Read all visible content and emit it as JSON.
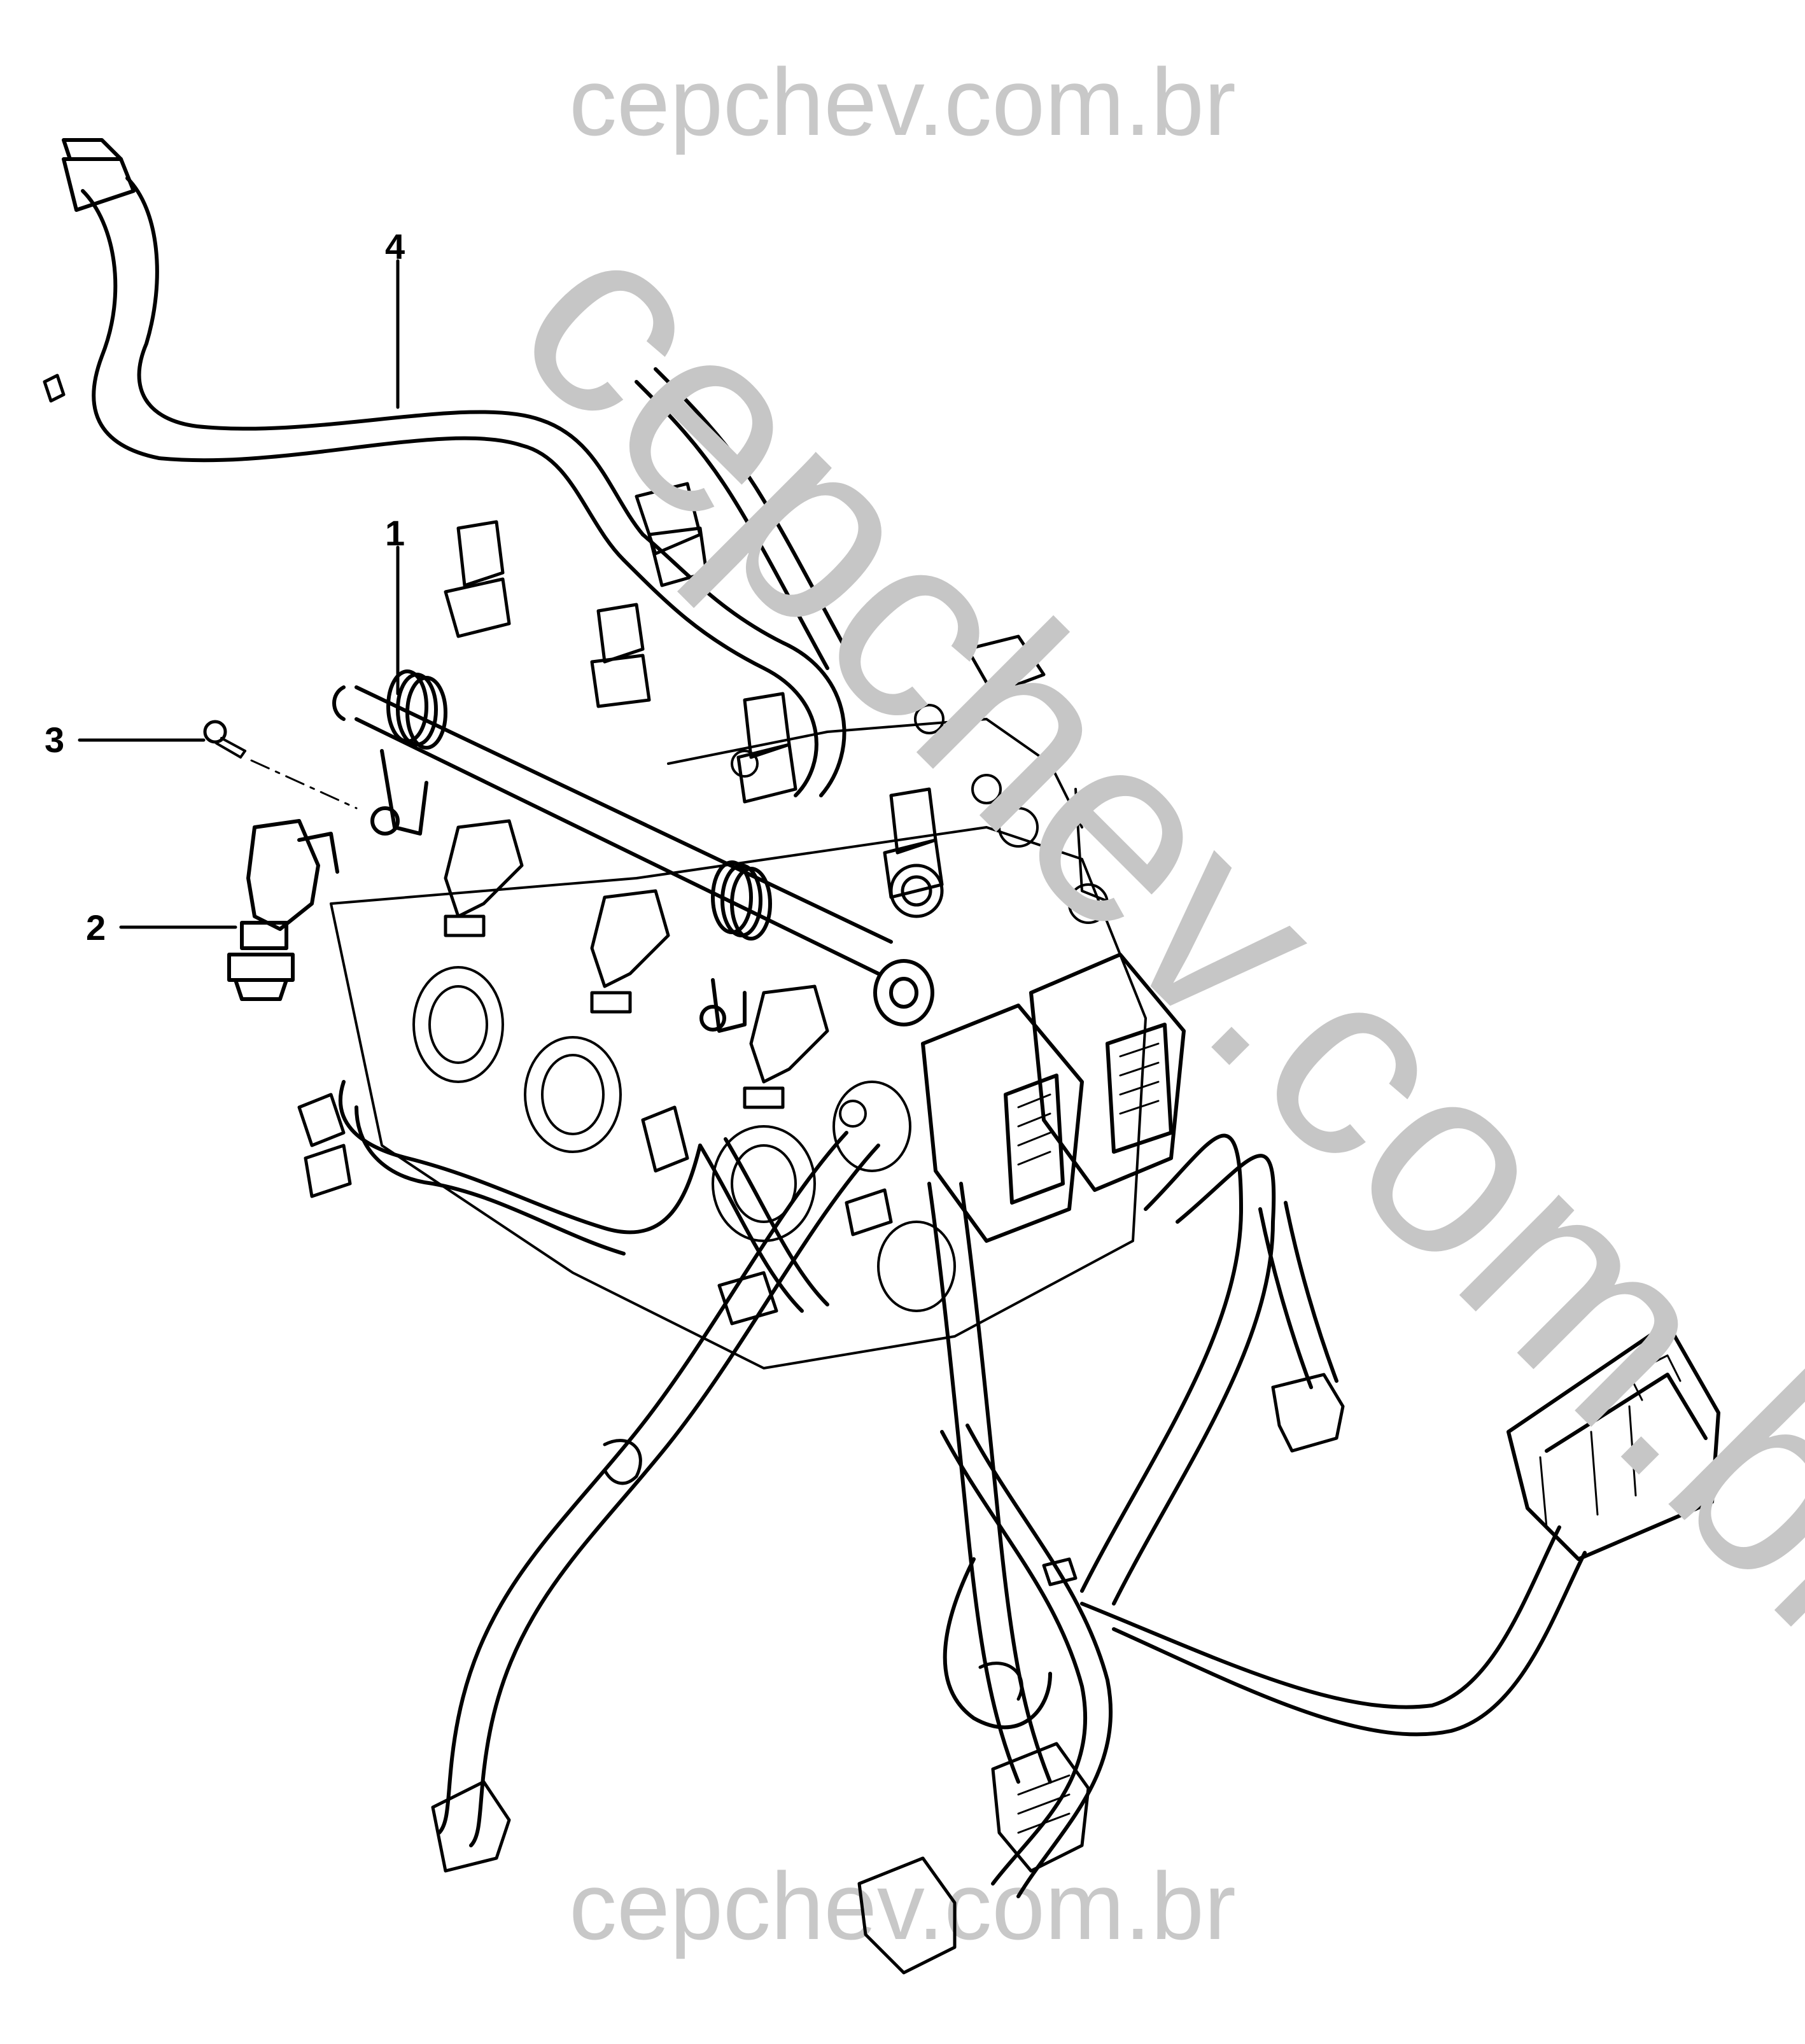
{
  "watermark": {
    "top": "cepchev.com.br",
    "bottom": "cepchev.com.br",
    "diagonal": "cepchev.com.br"
  },
  "callouts": {
    "c1": "1",
    "c2": "2",
    "c3": "3",
    "c4": "4"
  },
  "colors": {
    "line": "#000000",
    "watermark": "#c8c8c8",
    "background": "#ffffff"
  }
}
